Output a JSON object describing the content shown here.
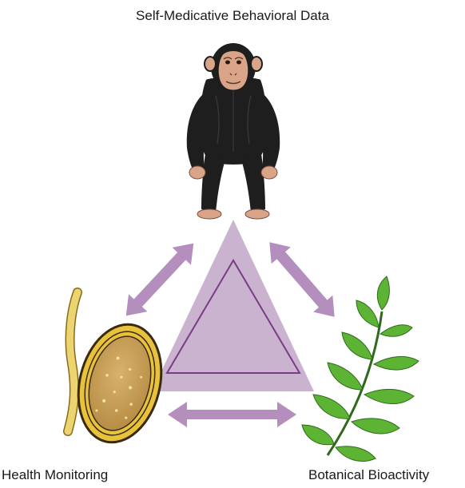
{
  "labels": {
    "top": "Self-Medicative Behavioral Data",
    "left": "Health Monitoring",
    "right": "Botanical Bioactivity"
  },
  "colors": {
    "triangle_fill": "#c9b3cf",
    "triangle_outline": "#7b3b86",
    "arrow": "#b48fbe",
    "chimp_fur": "#1e1e1e",
    "chimp_skin": "#d9a487",
    "parasite_egg_shell": "#e8c23a",
    "parasite_egg_core": "#c49a55",
    "worm": "#ecd470",
    "leaf": "#5cb334"
  },
  "icons": [
    "chimpanzee-icon",
    "parasite-egg-icon",
    "worm-icon",
    "leaf-branch-icon"
  ]
}
